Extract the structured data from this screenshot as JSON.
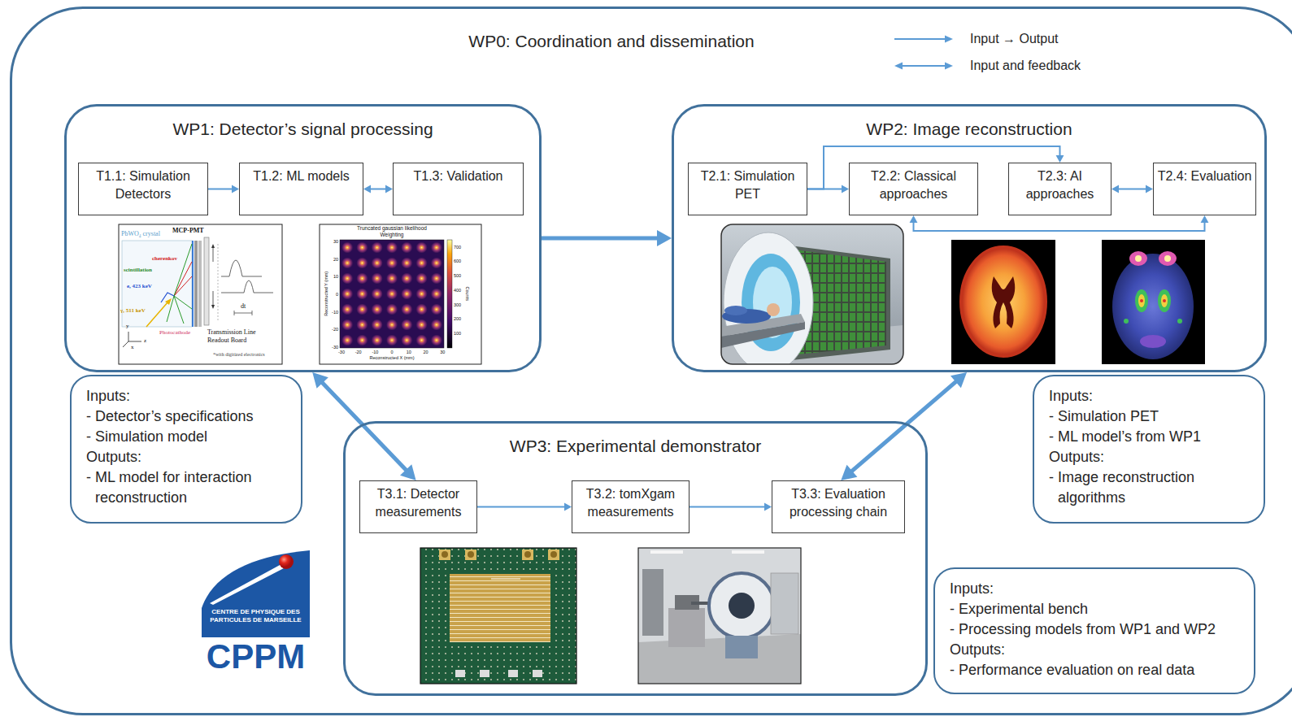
{
  "diagram": {
    "nodes": [
      {
        "text": [
          "WP0: Coordination and dissemination"
        ]
      },
      {
        "text": [
          "WP1: Detector’s signal processing"
        ],
        "in": 0
      },
      {
        "text": [
          "T1.1: Simulation Detectors"
        ],
        "in": 1
      },
      {
        "text": [
          "T1.2: ML models"
        ],
        "in": 1
      },
      {
        "text": [
          "T1.3: Validation"
        ],
        "in": 1
      },
      {
        "text": [
          "WP2: Image reconstruction"
        ],
        "in": 0
      },
      {
        "text": [
          "T2.1: Simulation PET"
        ],
        "in": 5
      },
      {
        "text": [
          "T2.2: Classical approaches"
        ],
        "in": 5
      },
      {
        "text": [
          "T2.3: AI approaches"
        ],
        "in": 5
      },
      {
        "text": [
          "T2.4: Evaluation"
        ],
        "in": 5
      },
      {
        "text": [
          "Inputs:",
          "- Detector’s specifications",
          "- Simulation model",
          "Outputs:",
          "- ML model for interaction reconstruction"
        ],
        "in": 0
      },
      {
        "text": [
          "Inputs:",
          "- Simulation PET",
          "- ML model’s from WP1",
          "Outputs:",
          "- Image reconstruction algorithms"
        ],
        "in": 0
      },
      {
        "text": [
          "WP3: Experimental demonstrator"
        ],
        "in": 0
      },
      {
        "text": [
          "T3.1: Detector measurements"
        ],
        "in": 12
      },
      {
        "text": [
          "T3.2: tomXgam measurements"
        ],
        "in": 12
      },
      {
        "text": [
          "T3.3: Evaluation processing chain"
        ],
        "in": 12
      },
      {
        "text": [
          "Inputs:",
          "- Experimental bench",
          "- Processing models from WP1 and WP2",
          "Outputs:",
          "- Performance evaluation on real data"
        ],
        "in": 0
      }
    ],
    "edges": [
      {
        "from": 2,
        "to": 3,
        "arrow": "to"
      },
      {
        "from": 3,
        "to": 4,
        "arrow": "both"
      },
      {
        "from": 1,
        "to": 5,
        "arrow": "to"
      },
      {
        "from": 6,
        "to": 7,
        "arrow": "to"
      },
      {
        "from": 6,
        "to": 8,
        "arrow": "to"
      },
      {
        "from": 8,
        "to": 9,
        "arrow": "both"
      },
      {
        "from": 7,
        "to": 9,
        "arrow": "both"
      },
      {
        "from": 1,
        "to": 13,
        "arrow": "both"
      },
      {
        "from": 13,
        "to": 14,
        "arrow": "to"
      },
      {
        "from": 14,
        "to": 15,
        "arrow": "to"
      },
      {
        "from": 15,
        "to": 5,
        "arrow": "both"
      }
    ],
    "labels": [
      "MCP-PMT",
      "PbWO₄ crystal",
      "cherenkov",
      "scintillation",
      "e, 423 keV",
      "γ, 511 keV",
      "dt",
      "Photocathode",
      "Transmission Line Readout Board",
      "*with digitized electronics",
      "y",
      "x",
      "z",
      "Truncated gaussian likelihood Weighting",
      "Reconstructed Y (mm)",
      "Reconstructed X (mm)",
      "Counts",
      "30",
      "20",
      "10",
      "0",
      "-10",
      "-20",
      "-30",
      "-30",
      "-20",
      "-10",
      "0",
      "10",
      "20",
      "30",
      "700",
      "600",
      "500",
      "400",
      "300",
      "200",
      "100",
      "CENTRE DE PHYSIQUE DES PARTICULES DE MARSEILLE",
      "CPPM"
    ],
    "legend": [
      {
        "text": "Input → Output"
      },
      {
        "text": "Input and feedback"
      }
    ]
  }
}
